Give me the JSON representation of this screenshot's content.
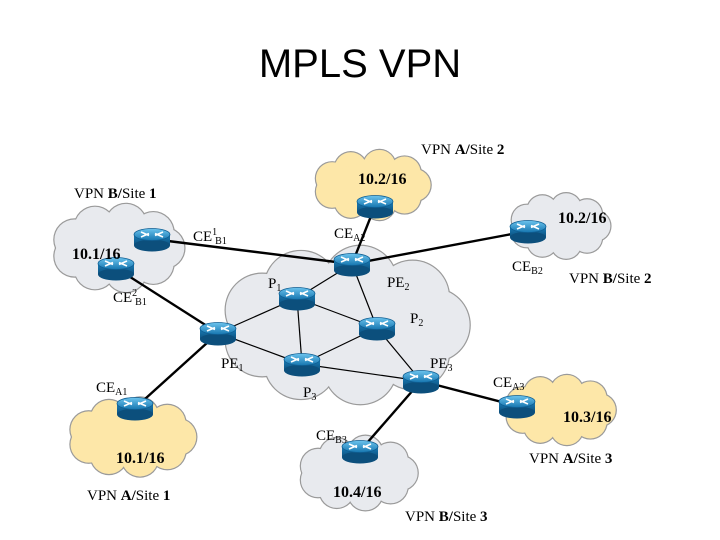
{
  "title": "MPLS VPN",
  "colors": {
    "cloud_yellow": "#fde7a8",
    "cloud_gray": "#e8eaee",
    "router_blue": "#2a8ec8"
  },
  "sites": {
    "a2": {
      "vpn": "A",
      "site": "2",
      "net": "10.2/16"
    },
    "b2": {
      "vpn": "B",
      "site": "2",
      "net": "10.2/16"
    },
    "b1": {
      "vpn": "B",
      "site": "1",
      "net": "10.1/16"
    },
    "a1": {
      "vpn": "A",
      "site": "1",
      "net": "10.1/16"
    },
    "b3": {
      "vpn": "B",
      "site": "3",
      "net": "10.4/16"
    },
    "a3": {
      "vpn": "A",
      "site": "3",
      "net": "10.3/16"
    }
  },
  "vpn_prefix": "VPN ",
  "site_word": "Site ",
  "slash": "/",
  "routers": {
    "ce_prefix": "CE",
    "pe_prefix": "PE",
    "p_prefix": "P",
    "ce_a2_sub": "A2",
    "ce_b2_sub": "B2",
    "ce1_b1_sup": "1",
    "ce1_b1_sub": "B1",
    "ce2_b1_sup": "2",
    "ce2_b1_sub": "B1",
    "ce_a1_sub": "A1",
    "ce_b3_sub": "B3",
    "ce_a3_sub": "A3",
    "pe1_sub": "1",
    "pe2_sub": "2",
    "pe3_sub": "3",
    "p1_sub": "1",
    "p2_sub": "2",
    "p3_sub": "3"
  }
}
